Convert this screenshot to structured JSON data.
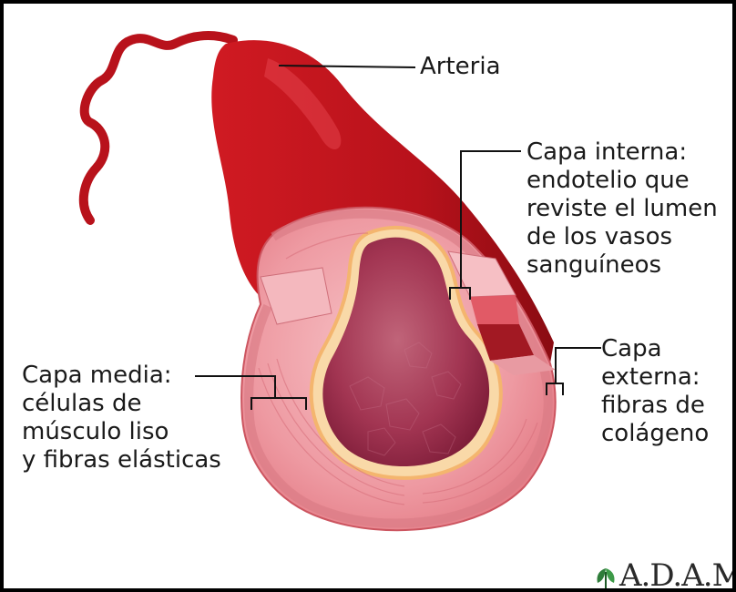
{
  "labels": {
    "arteria": "Arteria",
    "capa_interna": "Capa interna:\nendotelio que\nreviste el lumen\nde los vasos\nsanguíneos",
    "capa_media": "Capa media:\ncélulas de\nmúsculo liso\ny fibras elásticas",
    "capa_externa": "Capa\nexterna:\nfibras de\ncolágeno"
  },
  "logo": "A.D.A.M.",
  "colors": {
    "vessel": "#c0141c",
    "vessel_dark": "#8e0c12",
    "wall_pink": "#f0a0a6",
    "wall_light": "#f8cdd0",
    "lumen": "#a4304f",
    "frame": "#000000"
  }
}
